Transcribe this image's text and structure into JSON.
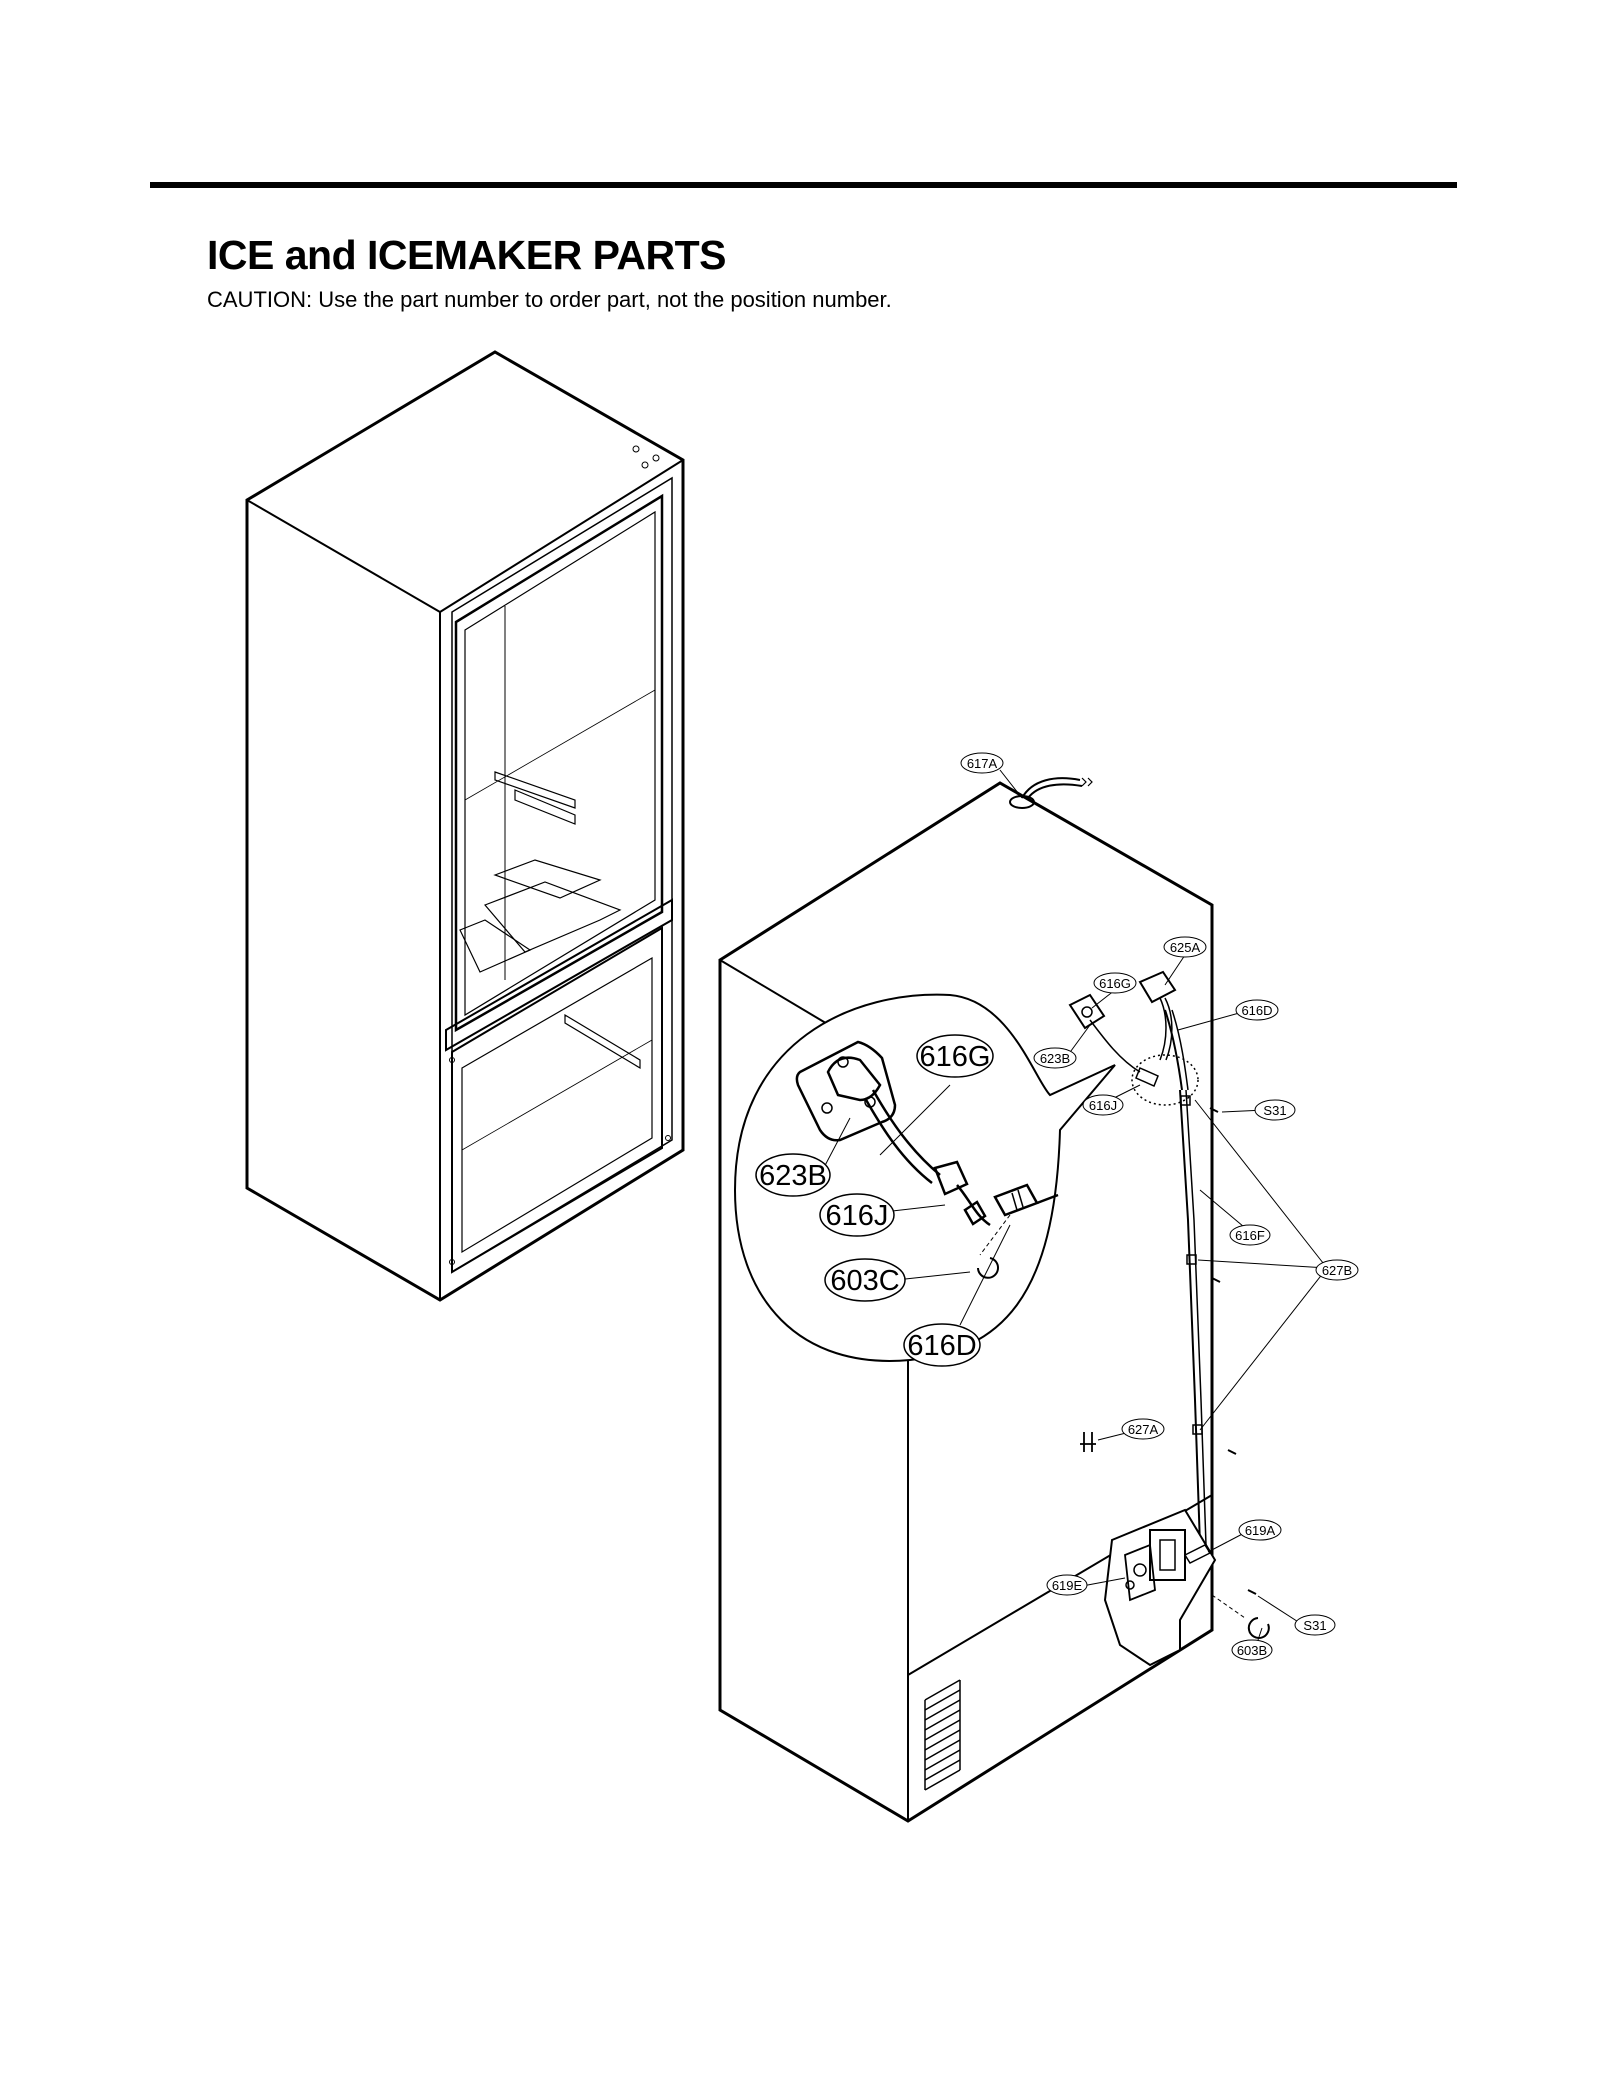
{
  "header": {
    "title": "ICE and ICEMAKER PARTS",
    "caution": "CAUTION: Use the part number to order part, not the position number."
  },
  "callouts": {
    "p617A": "617A",
    "p625A": "625A",
    "p616G": "616G",
    "p616D": "616D",
    "p623B": "623B",
    "p616J": "616J",
    "pS31a": "S31",
    "p616F": "616F",
    "p627B": "627B",
    "p627A": "627A",
    "p619A": "619A",
    "p619E": "619E",
    "pS31b": "S31",
    "p603B": "603B"
  },
  "detail_callouts": {
    "p616G": "616G",
    "p623B": "623B",
    "p616J": "616J",
    "p603C": "603C",
    "p616D": "616D"
  }
}
